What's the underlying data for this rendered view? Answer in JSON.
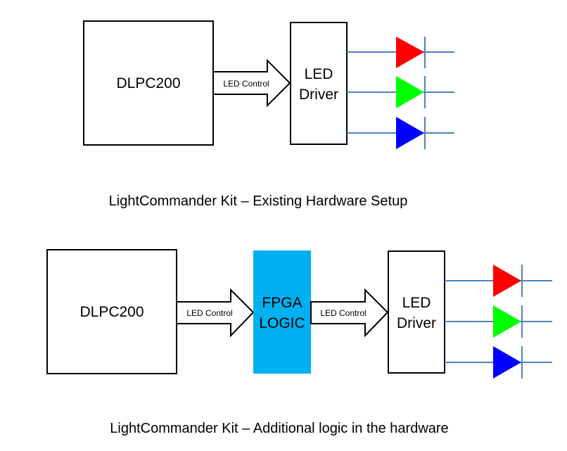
{
  "colors": {
    "fpga_fill": "#00b0f0",
    "wire": "#4f81bd",
    "led_red": "#ff0000",
    "led_green": "#00ff00",
    "led_blue": "#0000ff"
  },
  "top": {
    "dlpc_label": "DLPC200",
    "arrow_label": "LED Control",
    "driver_line1": "LED",
    "driver_line2": "Driver",
    "caption": "LightCommander Kit – Existing Hardware Setup",
    "leds": [
      "red",
      "green",
      "blue"
    ]
  },
  "bottom": {
    "dlpc_label": "DLPC200",
    "arrow1_label": "LED Control",
    "fpga_line1": "FPGA",
    "fpga_line2": "LOGIC",
    "arrow2_label": "LED Control",
    "driver_line1": "LED",
    "driver_line2": "Driver",
    "caption": "LightCommander Kit – Additional logic in the hardware",
    "leds": [
      "red",
      "green",
      "blue"
    ]
  }
}
